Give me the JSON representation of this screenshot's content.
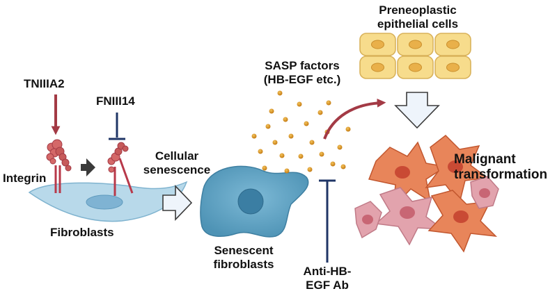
{
  "labels": {
    "tniiia2": "TNIIIA2",
    "fniii14": "FNIII14",
    "integrin": "Integrin",
    "fibroblasts": "Fibroblasts",
    "cellular_senescence": "Cellular\nsenescence",
    "senescent_fibroblasts": "Senescent\nfibroblasts",
    "sasp_factors": "SASP factors\n(HB-EGF etc.)",
    "anti_hb_egf": "Anti-HB-\nEGF Ab",
    "preneoplastic": "Preneoplastic\nepithelial cells",
    "malignant": "Malignant\ntransformation"
  },
  "colors": {
    "activation_arrow": "#a33a45",
    "inhibition_bar": "#1f3566",
    "fibroblast_fill": "#b8d9ea",
    "senescent_cell_fill": "#5b9fc0",
    "sasp_dot": "#d89020",
    "epithelial_fill": "#f7dc8c",
    "malignant_fill": "#e8855a",
    "malignant_pink": "#e2a3ad"
  },
  "icons": {
    "integrin": "integrin-receptor-icon",
    "process_arrow": "hollow-arrow-icon",
    "transition_arrow": "dark-arrow-icon"
  }
}
